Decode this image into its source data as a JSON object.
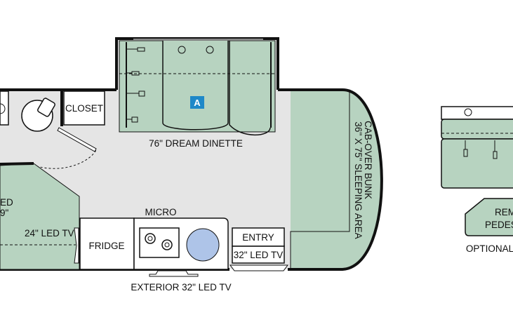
{
  "labels": {
    "closet": "CLOSET",
    "dinette": "76\" DREAM DINETTE",
    "badge_a": "A",
    "bunk_line1": "CAB-OVER BUNK",
    "bunk_line2": "36\" X 75\" SLEEPING AREA",
    "bed_partial_1": "ED",
    "bed_partial_2": "9\"",
    "tv24": "24\" LED TV",
    "micro": "MICRO",
    "fridge": "FRIDGE",
    "entry": "ENTRY",
    "tv32": "32\" LED TV",
    "exterior_tv": "EXTERIOR 32\" LED TV",
    "optional": "OPTIONAL",
    "remote_partial_1": "REM",
    "remote_partial_2": "PEDEST"
  },
  "colors": {
    "green_fill": "#b7d3c0",
    "floor": "#e5e5e5",
    "wall": "#111111",
    "badge": "#1e88c8",
    "sink_blue": "#aec4e8"
  }
}
